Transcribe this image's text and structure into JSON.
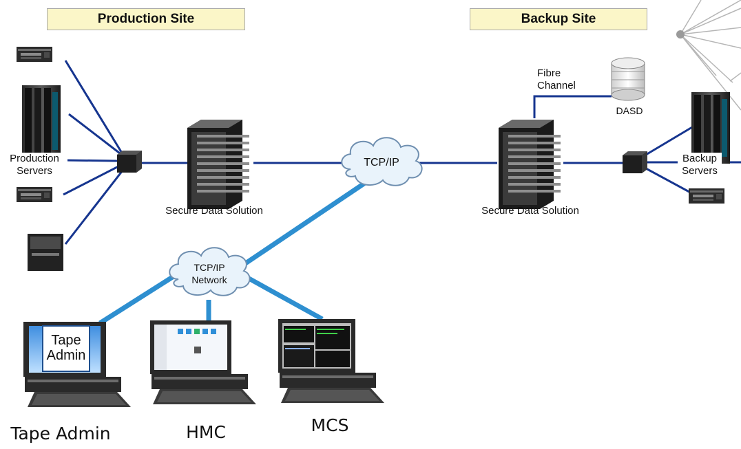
{
  "labels": {
    "production_site": "Production Site",
    "backup_site": "Backup  Site",
    "production_servers": "Production\nServers",
    "backup_servers": "Backup\nServers",
    "secure_data_left": "Secure Data Solution",
    "secure_data_right": "Secure Data Solution",
    "tcpip": "TCP/IP",
    "tcpip_network": "TCP/IP\nNetwork",
    "fibre_channel": "Fibre\nChannel",
    "dasd": "DASD",
    "tape_admin_screen": "Tape\nAdmin",
    "tape_admin": "Tape Admin",
    "hmc": "HMC",
    "mcs": "MCS"
  },
  "colors": {
    "dark_link": "#16358f",
    "light_link": "#2e8fd0",
    "site_label_bg": "#fbf6c8",
    "cloud_fill": "#e9f3fb",
    "cloud_stroke": "#6f8fb0"
  }
}
